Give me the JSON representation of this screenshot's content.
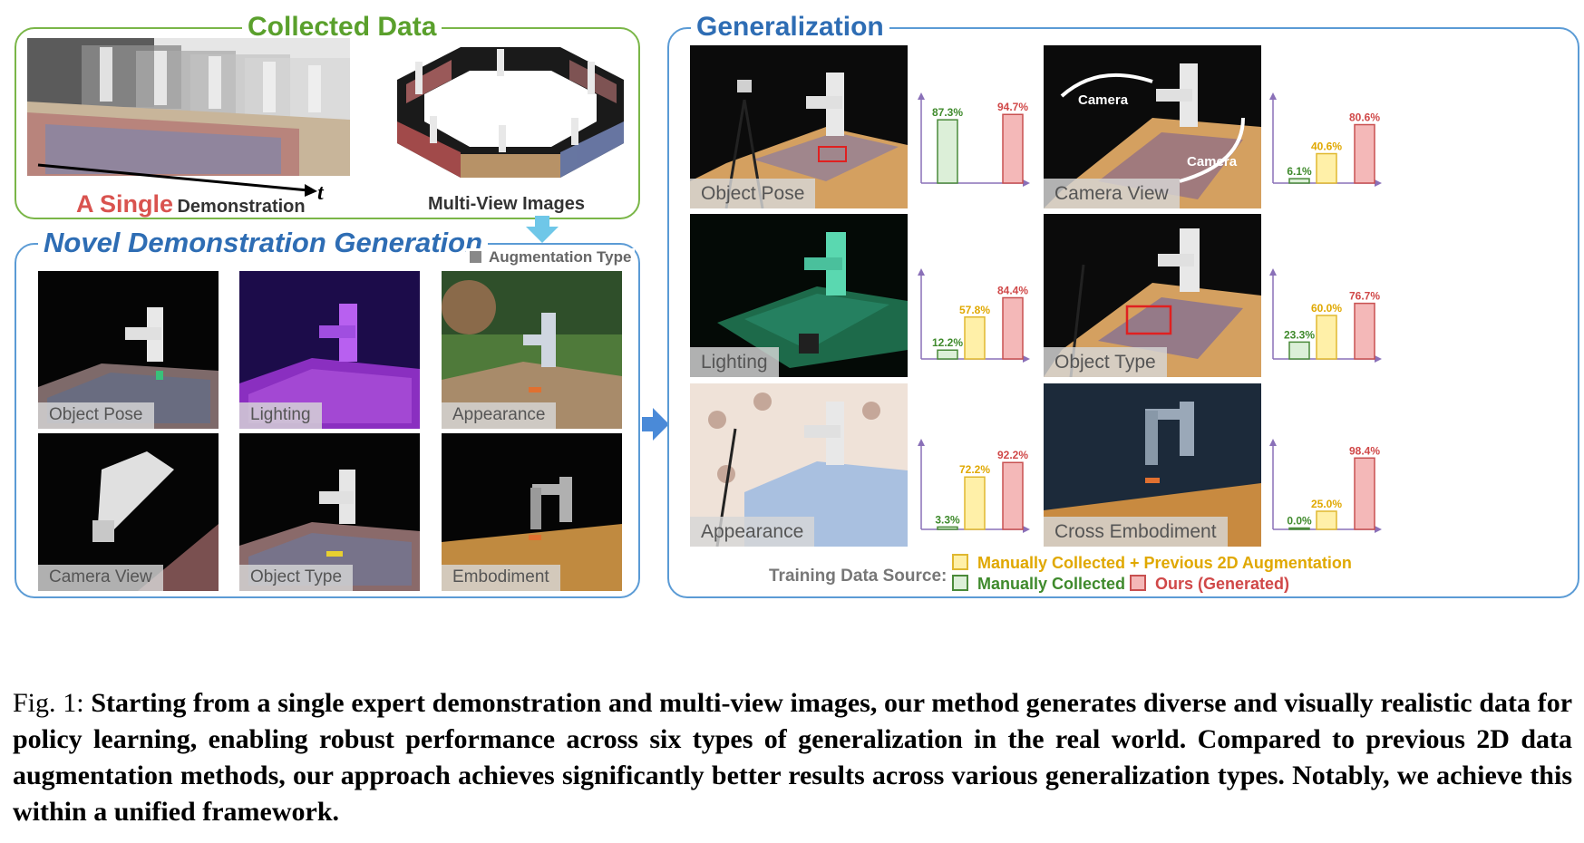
{
  "collected": {
    "title": "Collected Data",
    "single_word": "A Single",
    "demo_word": "Demonstration",
    "t_label": "t",
    "multiview_label": "Multi-View Images"
  },
  "novel": {
    "title": "Novel Demonstration Generation",
    "aug_legend": "Augmentation Type",
    "tiles": [
      "Object Pose",
      "Lighting",
      "Appearance",
      "Camera View",
      "Object Type",
      "Embodiment"
    ]
  },
  "generalization": {
    "title": "Generalization",
    "camera_label_1": "Camera",
    "camera_label_2": "Camera",
    "photos": [
      "Object Pose",
      "Camera View",
      "Lighting",
      "Object Type",
      "Appearance",
      "Cross Embodiment"
    ],
    "source_label": "Training Data Source:",
    "legend": {
      "prev": "Manually Collected + Previous 2D Augmentation",
      "manual": "Manually Collected",
      "ours": "Ours (Generated)"
    }
  },
  "colors": {
    "green_panel": "#7ab648",
    "blue_panel": "#5b9bd5",
    "title_green": "#5aa02c",
    "title_blue": "#2e6db4",
    "red_single": "#d9534f",
    "manual_fill": "#dcefd8",
    "manual_stroke": "#4a8a3a",
    "manual_text": "#3f8a2c",
    "prev_fill": "#fff0a8",
    "prev_stroke": "#e0b830",
    "prev_text": "#e0a800",
    "ours_fill": "#f4b8b8",
    "ours_stroke": "#c85050",
    "ours_text": "#d04848",
    "axis": "#8a70b8"
  },
  "chart_data": [
    {
      "type": "bar",
      "task": "Object Pose",
      "series": [
        {
          "name": "Manually Collected",
          "values": [
            87.3
          ]
        },
        {
          "name": "Ours (Generated)",
          "values": [
            94.7
          ]
        }
      ],
      "labels": [
        "87.3%",
        "94.7%"
      ],
      "ylim": [
        0,
        100
      ]
    },
    {
      "type": "bar",
      "task": "Camera View",
      "series": [
        {
          "name": "Manually Collected",
          "values": [
            6.1
          ]
        },
        {
          "name": "Manually Collected + Previous 2D Augmentation",
          "values": [
            40.6
          ]
        },
        {
          "name": "Ours (Generated)",
          "values": [
            80.6
          ]
        }
      ],
      "labels": [
        "6.1%",
        "40.6%",
        "80.6%"
      ],
      "ylim": [
        0,
        100
      ]
    },
    {
      "type": "bar",
      "task": "Lighting",
      "series": [
        {
          "name": "Manually Collected",
          "values": [
            12.2
          ]
        },
        {
          "name": "Manually Collected + Previous 2D Augmentation",
          "values": [
            57.8
          ]
        },
        {
          "name": "Ours (Generated)",
          "values": [
            84.4
          ]
        }
      ],
      "labels": [
        "12.2%",
        "57.8%",
        "84.4%"
      ],
      "ylim": [
        0,
        100
      ]
    },
    {
      "type": "bar",
      "task": "Object Type",
      "series": [
        {
          "name": "Manually Collected",
          "values": [
            23.3
          ]
        },
        {
          "name": "Manually Collected + Previous 2D Augmentation",
          "values": [
            60.0
          ]
        },
        {
          "name": "Ours (Generated)",
          "values": [
            76.7
          ]
        }
      ],
      "labels": [
        "23.3%",
        "60.0%",
        "76.7%"
      ],
      "ylim": [
        0,
        100
      ]
    },
    {
      "type": "bar",
      "task": "Appearance",
      "series": [
        {
          "name": "Manually Collected",
          "values": [
            3.3
          ]
        },
        {
          "name": "Manually Collected + Previous 2D Augmentation",
          "values": [
            72.2
          ]
        },
        {
          "name": "Ours (Generated)",
          "values": [
            92.2
          ]
        }
      ],
      "labels": [
        "3.3%",
        "72.2%",
        "92.2%"
      ],
      "ylim": [
        0,
        100
      ]
    },
    {
      "type": "bar",
      "task": "Cross Embodiment",
      "series": [
        {
          "name": "Manually Collected",
          "values": [
            0.0
          ]
        },
        {
          "name": "Manually Collected + Previous 2D Augmentation",
          "values": [
            25.0
          ]
        },
        {
          "name": "Ours (Generated)",
          "values": [
            98.4
          ]
        }
      ],
      "labels": [
        "0.0%",
        "25.0%",
        "98.4%"
      ],
      "ylim": [
        0,
        100
      ]
    }
  ],
  "caption": {
    "lead": "Fig. 1:",
    "text": "Starting from a single expert demonstration and multi-view images, our method generates diverse and visually realistic data for policy learning, enabling robust performance across six types of generalization in the real world. Compared to previous 2D data augmentation methods, our approach achieves significantly better results across various generalization types. Notably, we achieve this within a unified framework."
  }
}
